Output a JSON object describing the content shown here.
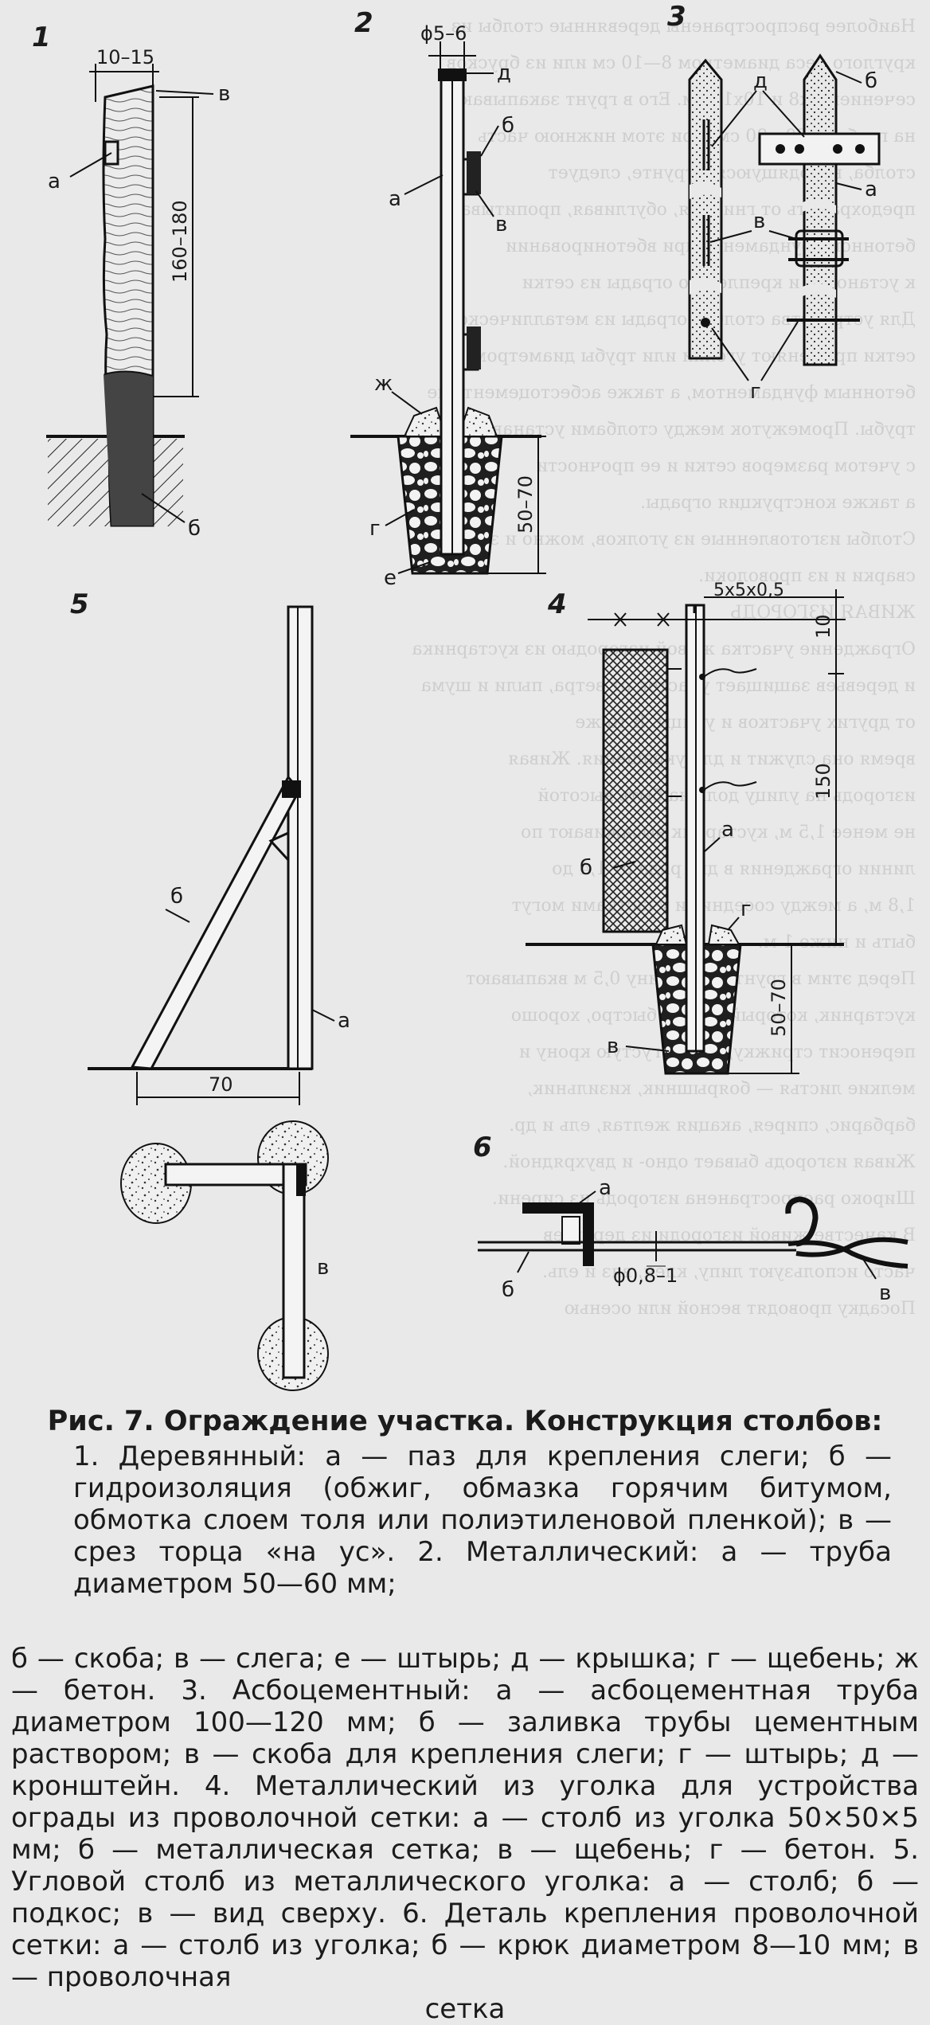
{
  "figure": {
    "panel_numbers": [
      "1",
      "2",
      "3",
      "5",
      "4",
      "6"
    ],
    "panel1": {
      "dim_width": "10–15",
      "dim_height": "160–180",
      "labels": {
        "a": "а",
        "b": "б",
        "v": "в"
      }
    },
    "panel2": {
      "dim_diameter": "ϕ5–6",
      "dim_depth": "50–70",
      "labels": {
        "a": "а",
        "b": "б",
        "v": "в",
        "g": "г",
        "d": "д",
        "e": "е",
        "zh": "ж"
      }
    },
    "panel3": {
      "labels": {
        "a": "а",
        "b": "б",
        "v": "в",
        "g": "г",
        "d": "д"
      }
    },
    "panel4": {
      "angle_size": "5x5x0,5",
      "dim_top": "10",
      "dim_middle": "150",
      "dim_depth": "50–70",
      "labels": {
        "a": "а",
        "b": "б",
        "v": "в",
        "g": "г"
      }
    },
    "panel5": {
      "dim_base": "70",
      "labels": {
        "a": "а",
        "b": "б",
        "v": "в"
      }
    },
    "panel6": {
      "dim_wire": "ϕ0,8–1",
      "labels": {
        "a": "а",
        "b": "б",
        "v": "в"
      }
    }
  },
  "caption": {
    "title": "Рис. 7. Ограждение участка. Конструкция столбов:",
    "first_block": "1. Деревянный: а — паз для крепления слеги; б — гидроизоляция (обжиг, обмазка горячим битумом, обмотка слоем толя или полиэтиленовой пленкой); в — срез торца «на ус». 2. Металлический: а — труба диаметром 50—60 мм;",
    "rest_block": "б — скоба; в — слега; е — штырь; д — крышка; г — щебень; ж — бетон. 3. Асбоцементный: а — асбоцементная труба диаметром 100—120 мм; б — заливка трубы цементным раствором; в — скоба для крепления слеги; г — штырь; д — кронштейн. 4. Металлический из уголка для устройства ограды из проволочной сетки: а — столб из уголка 50×50×5 мм; б — металлическая сетка; в — щебень; г — бетон. 5. Угловой столб из металлического уголка: а — столб; б — подкос; в — вид сверху. 6. Деталь крепления проволочной сетки: а — столб из уголка; б — крюк диаметром 8—10 мм; в — проволочная",
    "last_word": "сетка"
  },
  "bleed_through": {
    "lines": [
      "Наиболее распространены деревянные столбы из",
      "круглого леса диаметром 8—10 см или из брусков",
      "сечением 8х8 и 10х10 см. Его в грунт закапывают",
      "на глубину 60—80 см, при этом нижнюю часть",
      "столба, находящуюся в грунте, следует",
      "предохранить от гниения, обугливая, пропитывая",
      "бетонного фундамента при вбетонировании",
      "к установке и креплению ограды из сетки",
      "Для устройства столбов ограды из металлической",
      "сетки применяют уголки или трубы диаметром",
      "бетонным фундаментом, а также асбестоцементные",
      "трубы. Промежуток между столбами устанавливают",
      "с учетом размеров сетки и ее прочности",
      "а также конструкция ограды.",
      "Столбы изготовленные из уголков, можно и за счет",
      "сварки и из проволоки.",
      "ЖИВАЯ ИЗГОРОДЬ",
      "Ограждение участка живой изгородью из кустарника",
      "и деревьев защищает участок от ветра, пыли и шума",
      "от других участков и улицы. В то же",
      "время она служит и для украшения. Живая",
      "изгородь на улицу должна быть высотой",
      "не менее 1,5 м, кустарник высаживают по",
      "линии ограждения в два ряда от 1,4 до",
      "1,8 м, а между соседними участками могут",
      "быть и ниже 1 м.",
      "Перед этим в грунт на глубину 0,5 м вкапывают",
      "кустарник, который растет быстро, хорошо",
      "переносит стрижку, имеет густую крону и",
      "мелкие листья — боярышник, кизильник,",
      "барбарис, спирея, акация желтая, ель и др.",
      "Живая изгородь бывает одно- и двухрядной.",
      "Широко распространена изгородь из сирени.",
      "В качестве живой изгороди из деревьев",
      "часто используют липу, клен, вяз и ель.",
      "Посадку проводят весной или осенью"
    ]
  }
}
